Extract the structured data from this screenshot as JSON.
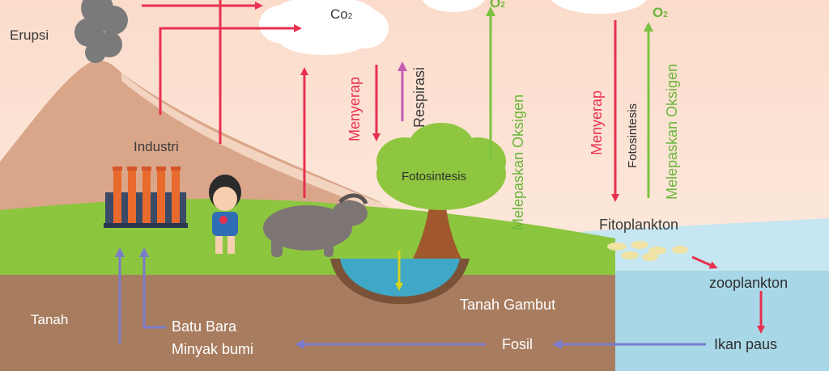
{
  "labels": {
    "erupsi": "Erupsi",
    "co2": "Co",
    "co2_sub": "2",
    "o2_left": "O",
    "o2_left_sub": "2",
    "o2_right": "O",
    "o2_right_sub": "2",
    "industri": "Industri",
    "menyerap_left": "Menyerap",
    "respirasi": "Respirasi",
    "fotosintesis_tree": "Fotosintesis",
    "melepaskan_left": "Melepaskan Oksigen",
    "menyerap_right": "Menyerap",
    "fotosintesis_right": "Fotosintesis",
    "melepaskan_right": "Melepaskan Oksigen",
    "fitoplankton": "Fitoplankton",
    "zooplankton": "zooplankton",
    "ikan_paus": "Ikan paus",
    "fosil": "Fosil",
    "tanah": "Tanah",
    "tanah_gambut": "Tanah Gambut",
    "batu_bara": "Batu Bara",
    "minyak_bumi": "Minyak bumi"
  },
  "colors": {
    "sky": "#fbe1d0",
    "ground": "#a87c5e",
    "grass": "#8cc63f",
    "sea": "#bfe3ee",
    "red_arrow": "#e8304f",
    "green_arrow": "#7cc242",
    "purple_arrow": "#7b7bcb",
    "magenta_arrow": "#c45cb3",
    "text_red": "#e8304f",
    "text_green": "#6ab63a"
  }
}
